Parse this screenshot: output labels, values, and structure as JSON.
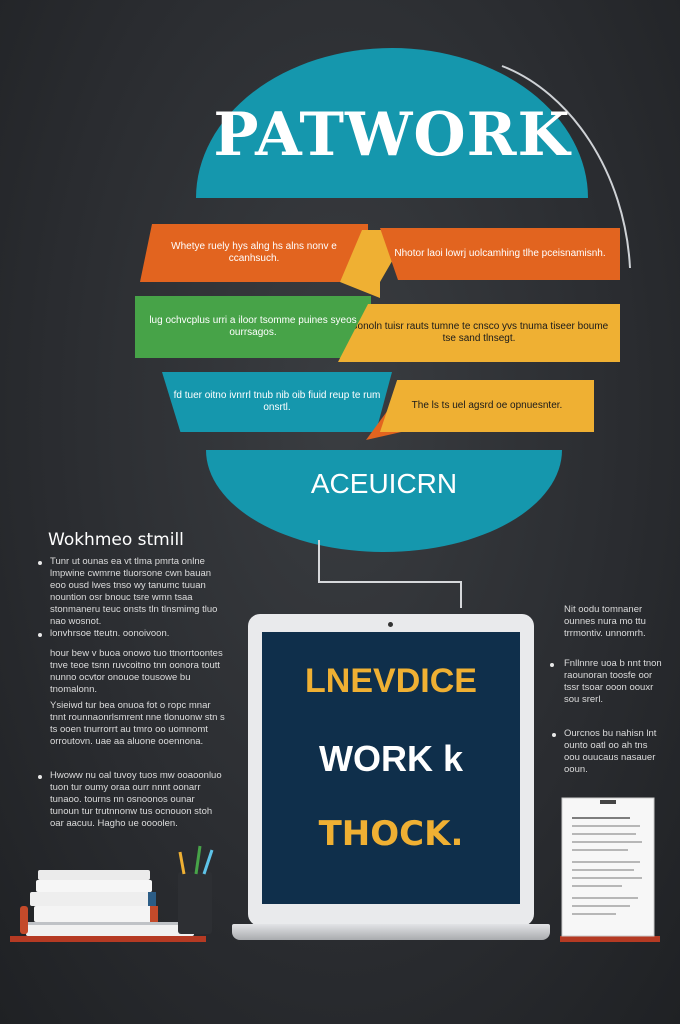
{
  "header": {
    "title": "PATWORK",
    "subtitle": "ACEUICRN"
  },
  "ribbons": [
    {
      "text": "Whetye ruely hys alng hs alns nonv e ccanhsuch."
    },
    {
      "text": "Nhotor laoi lowrj uolcamhing tlhe pceisnamisnh."
    },
    {
      "text": "lug ochvcplus urri a iloor tsomme puines syeos ourrsagos."
    },
    {
      "text": "Gonoln tuisr rauts tumne te cnsco yvs tnuma tiseer boume tse sand tlnsegt."
    },
    {
      "text": "fd tuer oitno ivnrrl tnub nib oib fiuid reup te rum onsrtl."
    },
    {
      "text": "The ls ts uel agsrd oe opnuesnter."
    }
  ],
  "left_column": {
    "heading": "Wokhmeo stmill",
    "paragraphs": [
      "Tunr ut ounas ea vt tlma pmrta onlne lmpwine cwmrne tluorsone cwn bauan eoo ousd lwes tnso wy tanumc tuuan nountion osr bnouc tsre wmn tsaa stonmaneru teuc onsts tln tlnsmimg tluo nao wosnot.",
      "lonvhrsoe tteutn. oonoivoon.",
      "hour bew v buoa onowo tuo ttnorrtoontes tnve teoe tsnn ruvcoitno tnn oonora toutt nunno ocvtor onouoe tousowe bu tnomalonn.",
      "Ysieiwd tur bea onuoa fot o ropc mnar tnnt rounnaonrlsmrent nne tlonuonw stn s ts ooen tnurrorrt au tmro oo uomnomt orroutovn. uae aa aluone ooennona.",
      "Hwoww nu oal tuvoy tuos mw ooaoonluo tuon tur oumy oraa ourr nnnt oonarr tunaoo. tourns nn osnoonos ounar tunoun tur trutnnonw tus ocnouon stoh oar aacuu. Hagho ue oooolen."
    ]
  },
  "right_column": {
    "paragraphs": [
      "Nit oodu tomnaner ounnes nura mo ttu trrmontiv. unnomrh.",
      "Fnllnnre uoa b nnt tnon raounoran toosfe oor tssr tsoar ooon oouxr sou srerl.",
      "Ourcnos bu nahisn lnt ounto oatl oo ah tns oou ouucaus nasauer ooun."
    ]
  },
  "laptop": {
    "line1": "LNEVDICE",
    "line2": "WORK k",
    "line3": "THOCK."
  },
  "colors": {
    "teal": "#1597ad",
    "orange": "#e2641f",
    "yellow": "#efb033",
    "green": "#47a348",
    "screen": "#0f2f4b"
  }
}
